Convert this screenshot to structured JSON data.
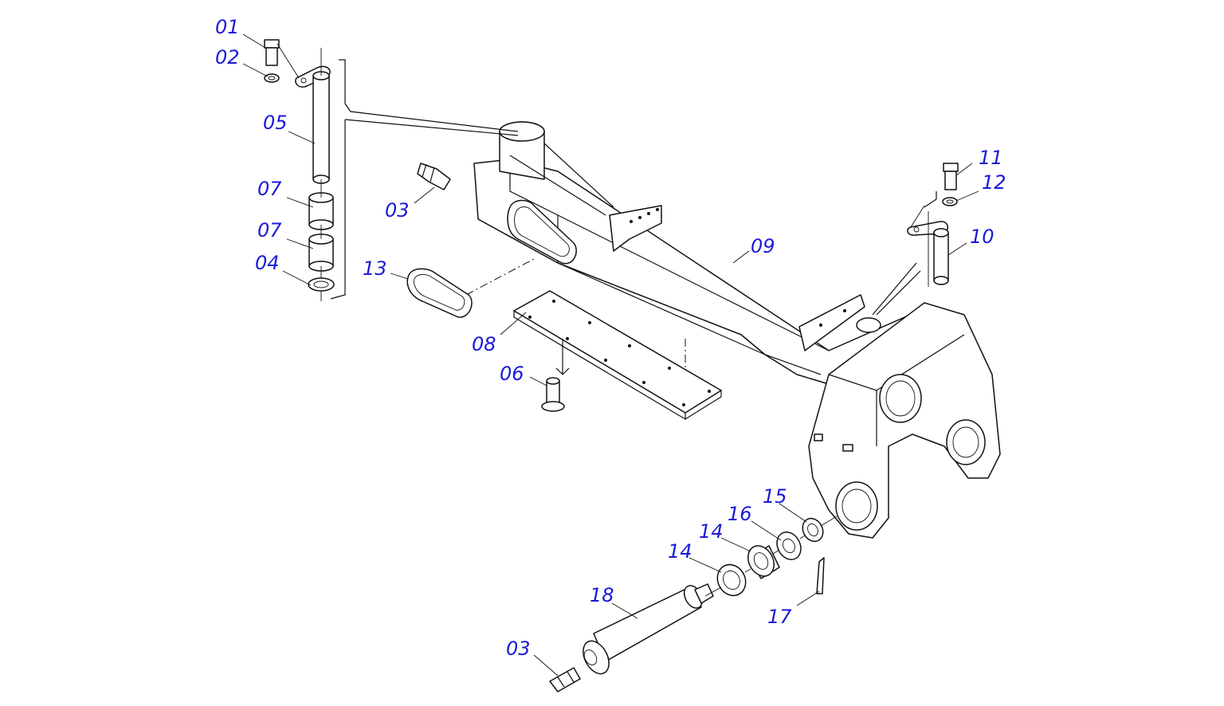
{
  "diagram": {
    "callouts": {
      "c01": "01",
      "c02": "02",
      "c03a": "03",
      "c03b": "03",
      "c04": "04",
      "c05": "05",
      "c06": "06",
      "c07a": "07",
      "c07b": "07",
      "c08": "08",
      "c09": "09",
      "c10": "10",
      "c11": "11",
      "c12": "12",
      "c13": "13",
      "c14a": "14",
      "c14b": "14",
      "c15": "15",
      "c16": "16",
      "c17": "17",
      "c18": "18"
    },
    "colors": {
      "callout": "#1a1ad8",
      "line": "#111111",
      "background": "#ffffff"
    }
  }
}
